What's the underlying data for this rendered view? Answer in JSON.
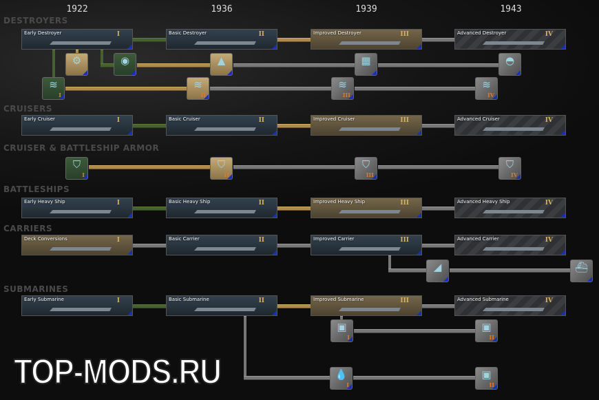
{
  "years": [
    "1922",
    "1936",
    "1939",
    "1943"
  ],
  "sections": [
    "DESTROYERS",
    "CRUISERS",
    "CRUISER & BATTLESHIP ARMOR",
    "BATTLESHIPS",
    "CARRIERS",
    "SUBMARINES"
  ],
  "cards": [
    {
      "label": "Early Destroyer",
      "tier": "I",
      "state": "done"
    },
    {
      "label": "Basic Destroyer",
      "tier": "II",
      "state": "done"
    },
    {
      "label": "Improved Destroyer",
      "tier": "III",
      "state": "avail"
    },
    {
      "label": "Advanced Destroyer",
      "tier": "IV",
      "state": "fut"
    },
    {
      "label": "Early Cruiser",
      "tier": "I",
      "state": "done"
    },
    {
      "label": "Basic Cruiser",
      "tier": "II",
      "state": "done"
    },
    {
      "label": "Improved Cruiser",
      "tier": "III",
      "state": "avail"
    },
    {
      "label": "Advanced Cruiser",
      "tier": "IV",
      "state": "fut"
    },
    {
      "label": "Early Heavy Ship",
      "tier": "I",
      "state": "done"
    },
    {
      "label": "Basic Heavy Ship",
      "tier": "II",
      "state": "done"
    },
    {
      "label": "Improved Heavy Ship",
      "tier": "III",
      "state": "avail"
    },
    {
      "label": "Advanced Heavy Ship",
      "tier": "IV",
      "state": "fut"
    },
    {
      "label": "Deck Conversions",
      "tier": "I",
      "state": "avail"
    },
    {
      "label": "Basic Carrier",
      "tier": "II",
      "state": "done"
    },
    {
      "label": "Improved Carrier",
      "tier": "III",
      "state": "done"
    },
    {
      "label": "Advanced Carrier",
      "tier": "IV",
      "state": "fut"
    },
    {
      "label": "Early Submarine",
      "tier": "I",
      "state": "done"
    },
    {
      "label": "Basic Submarine",
      "tier": "II",
      "state": "done"
    },
    {
      "label": "Improved Submarine",
      "tier": "III",
      "state": "avail"
    },
    {
      "label": "Advanced Submarine",
      "tier": "IV",
      "state": "fut"
    }
  ],
  "icons": [
    {
      "icon": "fire-control-icon",
      "glyph": "⚙",
      "tier": "",
      "state": "avail"
    },
    {
      "icon": "torpedo-icon",
      "glyph": "◉",
      "tier": "",
      "state": "done"
    },
    {
      "icon": "naval-gun-icon",
      "glyph": "▲",
      "tier": "",
      "state": "avail"
    },
    {
      "icon": "computer-icon",
      "glyph": "▦",
      "tier": "",
      "state": "fut"
    },
    {
      "icon": "radar-dome-icon",
      "glyph": "◓",
      "tier": "",
      "state": "fut"
    },
    {
      "icon": "sonar-icon",
      "glyph": "≋",
      "tier": "I",
      "state": "done"
    },
    {
      "icon": "sonar-icon",
      "glyph": "≋",
      "tier": "II",
      "state": "avail"
    },
    {
      "icon": "sonar-icon",
      "glyph": "≋",
      "tier": "III",
      "state": "fut"
    },
    {
      "icon": "sonar-icon",
      "glyph": "≋",
      "tier": "IV",
      "state": "fut"
    },
    {
      "icon": "armor-icon",
      "glyph": "⛉",
      "tier": "I",
      "state": "done"
    },
    {
      "icon": "armor-icon",
      "glyph": "⛉",
      "tier": "II",
      "state": "avail"
    },
    {
      "icon": "armor-icon",
      "glyph": "⛉",
      "tier": "III",
      "state": "fut"
    },
    {
      "icon": "armor-icon",
      "glyph": "⛉",
      "tier": "IV",
      "state": "fut"
    },
    {
      "icon": "carrier-deck-icon",
      "glyph": "◢",
      "tier": "",
      "state": "fut"
    },
    {
      "icon": "carrier-hangar-icon",
      "glyph": "⛴",
      "tier": "",
      "state": "fut"
    },
    {
      "icon": "submarine-engine-icon",
      "glyph": "▣",
      "tier": "I",
      "state": "fut"
    },
    {
      "icon": "submarine-engine-icon",
      "glyph": "▣",
      "tier": "II",
      "state": "fut"
    },
    {
      "icon": "snorkel-icon",
      "glyph": "💧",
      "tier": "I",
      "state": "fut"
    },
    {
      "icon": "snorkel-icon",
      "glyph": "▣",
      "tier": "II",
      "state": "fut"
    }
  ],
  "watermark": "TOP-MODS.RU"
}
